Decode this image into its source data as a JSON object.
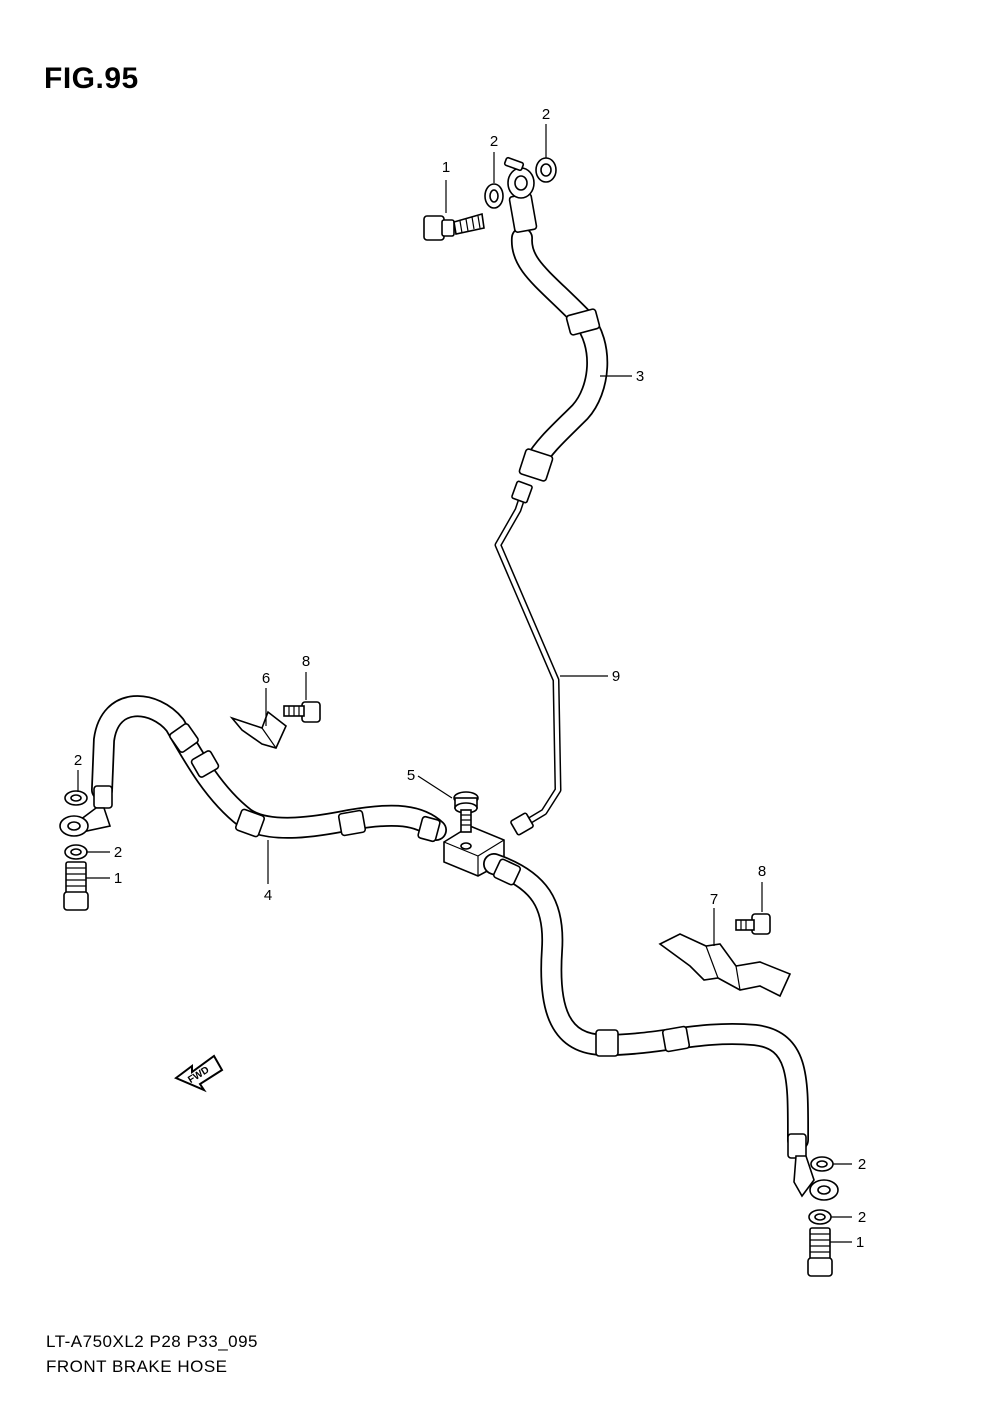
{
  "figure": {
    "title": "FIG.95",
    "model_code": "LT-A750XL2 P28 P33_095",
    "caption": "FRONT BRAKE HOSE"
  },
  "callouts": [
    {
      "id": "c-top-1",
      "number": "1"
    },
    {
      "id": "c-top-2a",
      "number": "2"
    },
    {
      "id": "c-top-2b",
      "number": "2"
    },
    {
      "id": "c-3",
      "number": "3"
    },
    {
      "id": "c-9",
      "number": "9"
    },
    {
      "id": "c-8a",
      "number": "8"
    },
    {
      "id": "c-6",
      "number": "6"
    },
    {
      "id": "c-5",
      "number": "5"
    },
    {
      "id": "c-left-2a",
      "number": "2"
    },
    {
      "id": "c-left-2b",
      "number": "2"
    },
    {
      "id": "c-left-1",
      "number": "1"
    },
    {
      "id": "c-4",
      "number": "4"
    },
    {
      "id": "c-8b",
      "number": "8"
    },
    {
      "id": "c-7",
      "number": "7"
    },
    {
      "id": "c-right-2a",
      "number": "2"
    },
    {
      "id": "c-right-2b",
      "number": "2"
    },
    {
      "id": "c-right-1",
      "number": "1"
    }
  ],
  "fwd_arrow": {
    "label": "FWD"
  }
}
